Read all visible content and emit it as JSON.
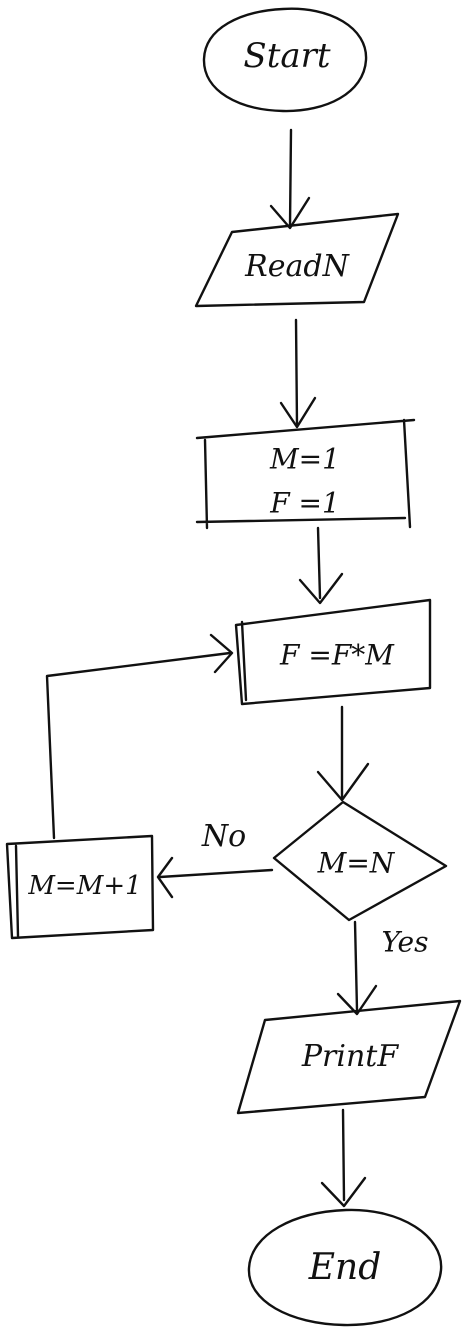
{
  "flowchart": {
    "nodes": {
      "start": {
        "label": "Start"
      },
      "read": {
        "label": "ReadN"
      },
      "init_m": {
        "label": "M=1"
      },
      "init_f": {
        "label": "F =1"
      },
      "compute": {
        "label": "F =F*M"
      },
      "decision": {
        "label": "M=N"
      },
      "increment": {
        "label": "M=M+1"
      },
      "print": {
        "label": "PrintF"
      },
      "end": {
        "label": "End"
      }
    },
    "edges": {
      "no_label": "No",
      "yes_label": "Yes"
    },
    "ink_color": "#111111"
  }
}
